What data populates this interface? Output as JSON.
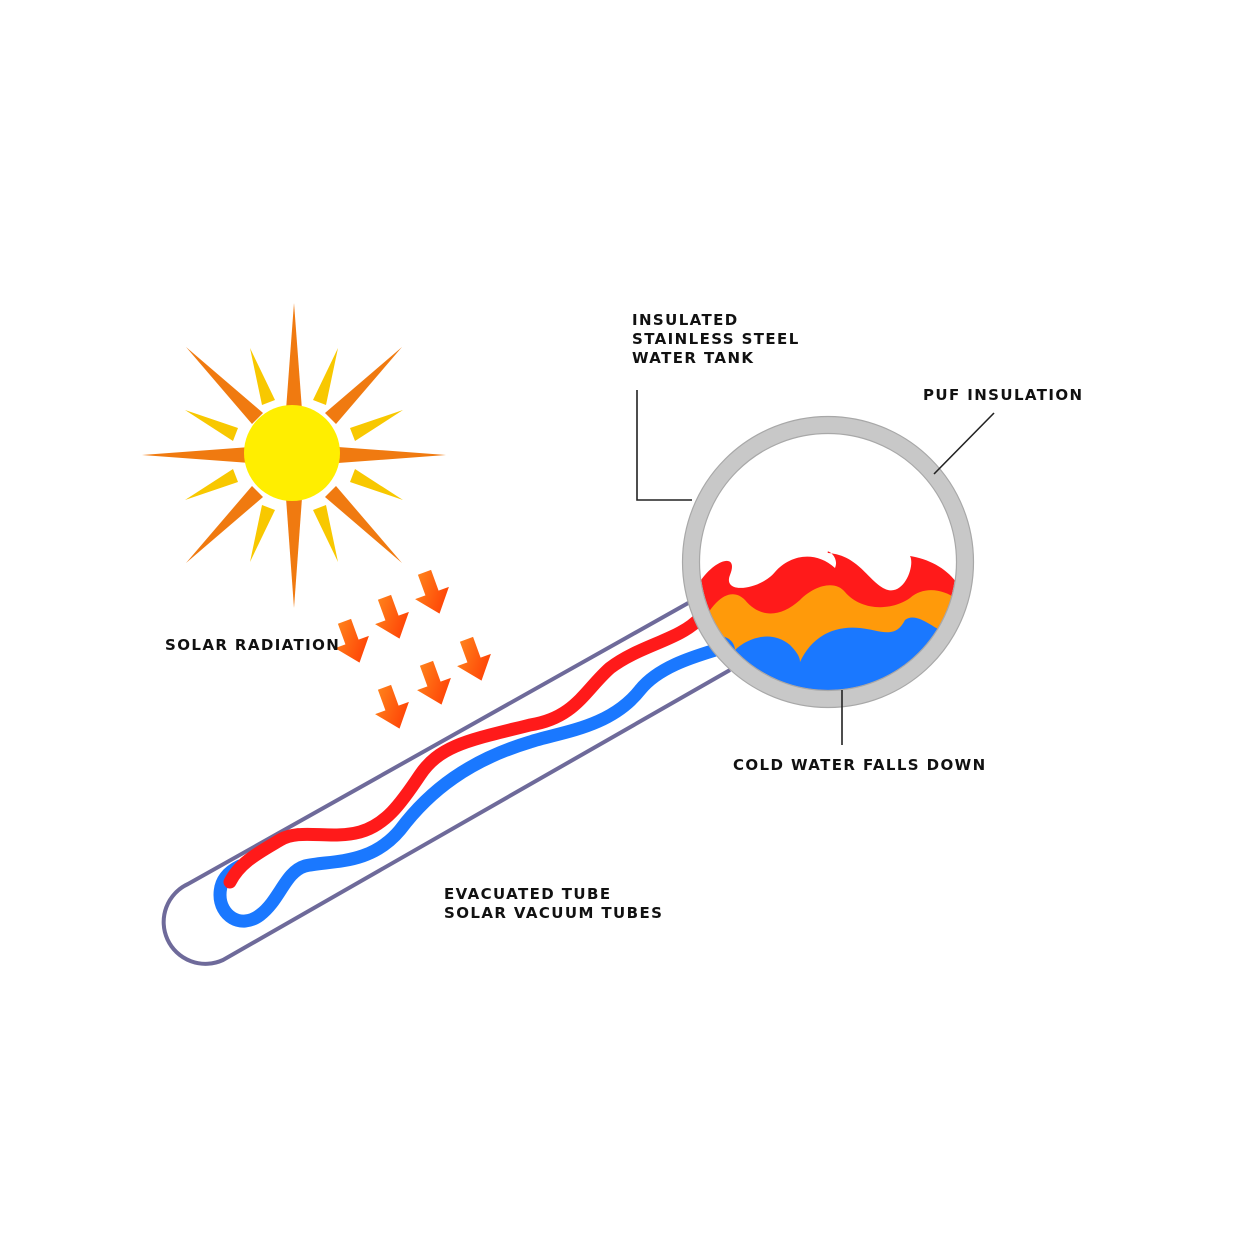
{
  "labels": {
    "tank_line1": "INSULATED",
    "tank_line2": "STAINLESS STEEL",
    "tank_line3": "WATER TANK",
    "puf": "PUF INSULATION",
    "solar_radiation": "SOLAR RADIATION",
    "cold_water": "COLD WATER FALLS DOWN",
    "tube_line1": "EVACUATED TUBE",
    "tube_line2": "SOLAR VACUUM TUBES"
  },
  "colors": {
    "sun_core": "#ffee00",
    "sun_ray_orange": "#f07a10",
    "sun_ray_yellow": "#f8c800",
    "arrow": "#ff5010",
    "hot_pipe": "#ff1a1a",
    "cold_pipe": "#1a78ff",
    "warm_water": "#ff9a0a",
    "tube_outline": "#6e6a9a",
    "tank_insulation": "#c8c8c8"
  }
}
